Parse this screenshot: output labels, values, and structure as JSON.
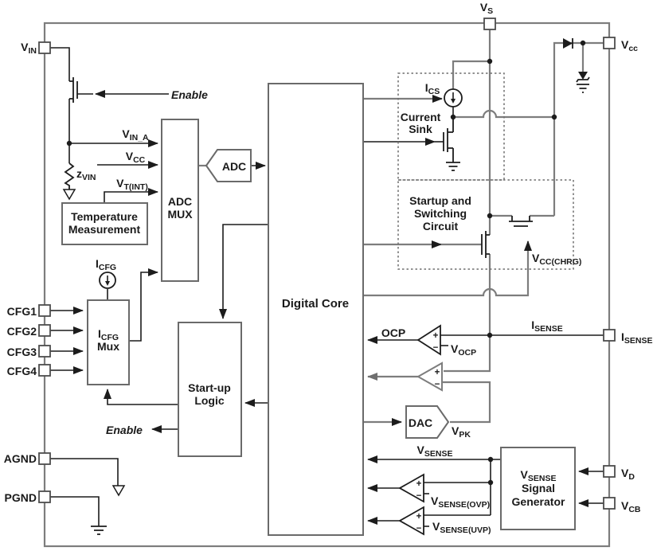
{
  "colors": {
    "wire_gray": "#7d7d7d",
    "wire_black": "#1c1c1c",
    "block_stroke": "#6a6a6a",
    "pin_stroke": "#4d4d4d",
    "background": "#ffffff"
  },
  "pins": {
    "vin": {
      "main": "V",
      "sub": "IN"
    },
    "vs": {
      "main": "V",
      "sub": "S"
    },
    "vcc": {
      "main": "V",
      "sub": "cc"
    },
    "cfg1": {
      "main": "CFG1"
    },
    "cfg2": {
      "main": "CFG2"
    },
    "cfg3": {
      "main": "CFG3"
    },
    "cfg4": {
      "main": "CFG4"
    },
    "agnd": {
      "main": "AGND"
    },
    "pgnd": {
      "main": "PGND"
    },
    "isense": {
      "main": "I",
      "sub": "SENSE"
    },
    "vd": {
      "main": "V",
      "sub": "D"
    },
    "vcb": {
      "main": "V",
      "sub": "CB"
    }
  },
  "blocks": {
    "temperature": {
      "line1": "Temperature",
      "line2": "Measurement"
    },
    "adc_mux": {
      "line1": "ADC",
      "line2": "MUX"
    },
    "adc": {
      "label": "ADC"
    },
    "digital_core": {
      "label": "Digital Core"
    },
    "icfg_mux": {
      "line1_main": "I",
      "line1_sub": "CFG",
      "line2": "Mux"
    },
    "startup_logic": {
      "line1": "Start-up",
      "line2": "Logic"
    },
    "current_sink": {
      "line1": "Current",
      "line2": "Sink"
    },
    "startup_switching": {
      "line1": "Startup and",
      "line2": "Switching",
      "line3": "Circuit"
    },
    "vsense_generator": {
      "line1_main": "V",
      "line1_sub": "SENSE",
      "line2": "Signal",
      "line3": "Generator"
    },
    "dac": {
      "label": "DAC"
    }
  },
  "signals": {
    "enable_top": {
      "main": "Enable"
    },
    "enable_bottom": {
      "main": "Enable"
    },
    "vin_a": {
      "main": "V",
      "sub": "IN_A"
    },
    "vcc_int": {
      "main": "V",
      "sub": "CC"
    },
    "vt_int": {
      "main": "V",
      "sub": "T(INT)"
    },
    "zvin": {
      "main": "z",
      "sub": "VIN"
    },
    "icfg": {
      "main": "I",
      "sub": "CFG"
    },
    "ics": {
      "main": "I",
      "sub": "CS"
    },
    "vcc_chrg": {
      "main": "V",
      "sub": "CC(CHRG)"
    },
    "ocp": {
      "main": "OCP"
    },
    "vocp": {
      "main": "V",
      "sub": "OCP"
    },
    "isense_wire": {
      "main": "I",
      "sub": "SENSE"
    },
    "vpk": {
      "main": "V",
      "sub": "PK"
    },
    "vsense_wire": {
      "main": "V",
      "sub": "SENSE"
    },
    "vsense_ovp": {
      "main": "V",
      "sub": "SENSE(OVP)"
    },
    "vsense_uvp": {
      "main": "V",
      "sub": "SENSE(UVP)"
    }
  },
  "signs": {
    "plus": "+",
    "minus": "−"
  }
}
